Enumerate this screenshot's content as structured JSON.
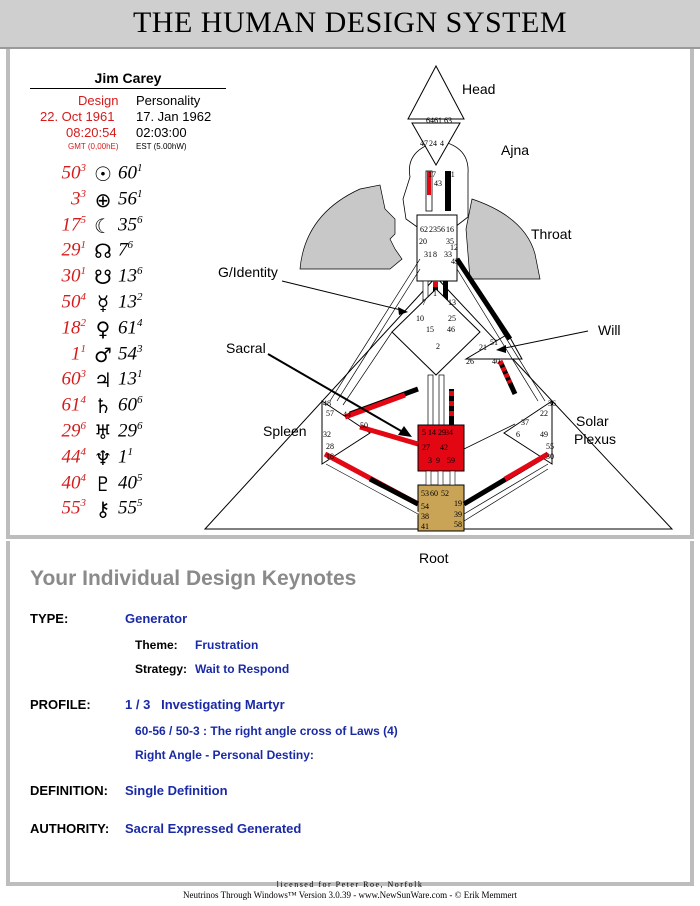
{
  "header": {
    "title": "THE HUMAN DESIGN SYSTEM"
  },
  "person": {
    "name": "Jim Carey",
    "design_label": "Design",
    "personality_label": "Personality",
    "design_date": "22. Oct 1961",
    "personality_date": "17. Jan 1962",
    "design_time": "08:20:54",
    "personality_time": "02:03:00",
    "design_zone": "GMT (0,00hE)",
    "personality_zone": "EST (5.00hW)"
  },
  "planets": [
    {
      "icon": "sun-icon",
      "glyph": "☉",
      "design_gate": "50",
      "design_line": "3",
      "personality_gate": "60",
      "personality_line": "1"
    },
    {
      "icon": "earth-icon",
      "glyph": "⊕",
      "design_gate": "3",
      "design_line": "3",
      "personality_gate": "56",
      "personality_line": "1"
    },
    {
      "icon": "moon-icon",
      "glyph": "☾",
      "design_gate": "17",
      "design_line": "5",
      "personality_gate": "35",
      "personality_line": "6"
    },
    {
      "icon": "north-node-icon",
      "glyph": "☊",
      "design_gate": "29",
      "design_line": "1",
      "personality_gate": "7",
      "personality_line": "6"
    },
    {
      "icon": "south-node-icon",
      "glyph": "☋",
      "design_gate": "30",
      "design_line": "1",
      "personality_gate": "13",
      "personality_line": "6"
    },
    {
      "icon": "mercury-icon",
      "glyph": "☿",
      "design_gate": "50",
      "design_line": "4",
      "personality_gate": "13",
      "personality_line": "2"
    },
    {
      "icon": "venus-icon",
      "glyph": "♀",
      "design_gate": "18",
      "design_line": "2",
      "personality_gate": "61",
      "personality_line": "4"
    },
    {
      "icon": "mars-icon",
      "glyph": "♂",
      "design_gate": "1",
      "design_line": "1",
      "personality_gate": "54",
      "personality_line": "3"
    },
    {
      "icon": "jupiter-icon",
      "glyph": "♃",
      "design_gate": "60",
      "design_line": "3",
      "personality_gate": "13",
      "personality_line": "1"
    },
    {
      "icon": "saturn-icon",
      "glyph": "♄",
      "design_gate": "61",
      "design_line": "4",
      "personality_gate": "60",
      "personality_line": "6"
    },
    {
      "icon": "uranus-icon",
      "glyph": "♅",
      "design_gate": "29",
      "design_line": "6",
      "personality_gate": "29",
      "personality_line": "6"
    },
    {
      "icon": "neptune-icon",
      "glyph": "♆",
      "design_gate": "44",
      "design_line": "4",
      "personality_gate": "1",
      "personality_line": "1"
    },
    {
      "icon": "pluto-icon",
      "glyph": "♇",
      "design_gate": "40",
      "design_line": "4",
      "personality_gate": "40",
      "personality_line": "5"
    },
    {
      "icon": "chiron-icon",
      "glyph": "⚷",
      "design_gate": "55",
      "design_line": "3",
      "personality_gate": "55",
      "personality_line": "5"
    }
  ],
  "bodygraph": {
    "labels": {
      "head": "Head",
      "ajna": "Ajna",
      "throat": "Throat",
      "g_identity": "G/Identity",
      "will": "Will",
      "sacral": "Sacral",
      "spleen": "Spleen",
      "solar_plexus_1": "Solar",
      "solar_plexus_2": "Plexus",
      "root": "Root"
    },
    "colors": {
      "defined_center": "#e30613",
      "root_center": "#c9a457",
      "design_channel": "#e30613",
      "personality_channel": "#000000"
    },
    "gates": {
      "head": [
        "64",
        "61",
        "63"
      ],
      "ajna": [
        "47",
        "24",
        "4",
        "17",
        "43",
        "11"
      ],
      "throat": [
        "62",
        "23",
        "56",
        "16",
        "20",
        "31",
        "8",
        "33",
        "35",
        "12",
        "45"
      ],
      "g": [
        "1",
        "13",
        "7",
        "25",
        "10",
        "15",
        "46",
        "2"
      ],
      "will": [
        "21",
        "51",
        "26",
        "40"
      ],
      "sacral": [
        "5",
        "14",
        "29",
        "34",
        "27",
        "42",
        "3",
        "9",
        "59"
      ],
      "spleen": [
        "48",
        "57",
        "44",
        "50",
        "32",
        "28",
        "18"
      ],
      "solar": [
        "36",
        "22",
        "37",
        "6",
        "49",
        "55",
        "30"
      ],
      "root": [
        "53",
        "60",
        "52",
        "19",
        "54",
        "39",
        "38",
        "58",
        "41"
      ]
    }
  },
  "keynotes": {
    "title": "Your Individual Design Keynotes",
    "type_label": "TYPE:",
    "type_value": "Generator",
    "theme_label": "Theme:",
    "theme_value": "Frustration",
    "strategy_label": "Strategy:",
    "strategy_value": "Wait to Respond",
    "profile_label": "PROFILE:",
    "profile_value": "1 / 3   Investigating Martyr",
    "cross_line": "60-56 / 50-3 :  The right angle cross of Laws (4)",
    "angle_line": "Right Angle - Personal Destiny:",
    "definition_label": "DEFINITION:",
    "definition_value": "Single Definition",
    "authority_label": "AUTHORITY:",
    "authority_value": "Sacral Expressed Generated"
  },
  "footer": {
    "license": "licensed for Peter Roe, Norfolk",
    "credits": "Neutrinos Through Windows™ Version 3.0.39 - www.NewSunWare.com - © Erik Memmert"
  }
}
